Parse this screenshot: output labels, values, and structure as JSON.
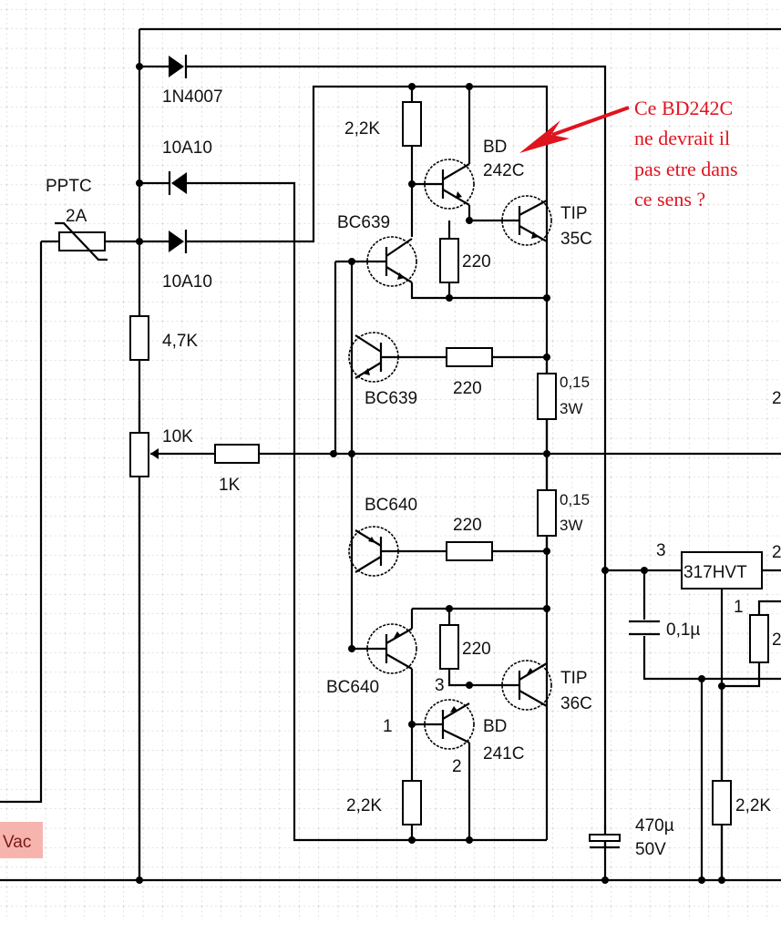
{
  "annotation": {
    "lines": [
      "Ce BD242C",
      "ne devrait il",
      "pas etre dans",
      "ce sens ?"
    ],
    "color": "#e0141e"
  },
  "source_label": {
    "text": "Vac",
    "highlight": "#f7b4ae"
  },
  "components": {
    "d1": {
      "name": "1N4007"
    },
    "d2": {
      "name": "10A10"
    },
    "d3": {
      "name": "10A10"
    },
    "pptc": {
      "name": "PPTC",
      "rating": "2A"
    },
    "r_4k7": {
      "value": "4,7K"
    },
    "pot": {
      "value": "10K"
    },
    "r_1k": {
      "value": "1K"
    },
    "r_top_2k2": {
      "value": "2,2K"
    },
    "q_bd242": {
      "line1": "BD",
      "line2": "242C"
    },
    "q_tip35": {
      "line1": "TIP",
      "line2": "35C"
    },
    "q_bc639_a": {
      "name": "BC639"
    },
    "r_220_a": {
      "value": "220"
    },
    "q_bc639_b": {
      "name": "BC639"
    },
    "r_220_b": {
      "value": "220"
    },
    "r_015_a": {
      "line1": "0,15",
      "line2": "3W"
    },
    "q_bc640_a": {
      "name": "BC640"
    },
    "r_220_c": {
      "value": "220"
    },
    "r_015_b": {
      "line1": "0,15",
      "line2": "3W"
    },
    "q_bc640_b": {
      "name": "BC640"
    },
    "r_220_d": {
      "value": "220"
    },
    "q_tip36": {
      "line1": "TIP",
      "line2": "36C"
    },
    "q_bd241": {
      "line1": "BD",
      "line2": "241C",
      "pin1": "1",
      "pin2": "2",
      "pin3": "3"
    },
    "r_bot_2k2": {
      "value": "2,2K"
    },
    "c_470": {
      "line1": "470µ",
      "line2": "50V"
    },
    "reg": {
      "name": "317HVT",
      "pin_in": "3",
      "pin_out": "2",
      "pin_adj": "1"
    },
    "c_01": {
      "value": "0,1µ"
    },
    "r_reg_2k2": {
      "value": "2,2K"
    },
    "r_reg_partial": {
      "value": "2"
    },
    "edge_label": {
      "value": "2"
    }
  }
}
